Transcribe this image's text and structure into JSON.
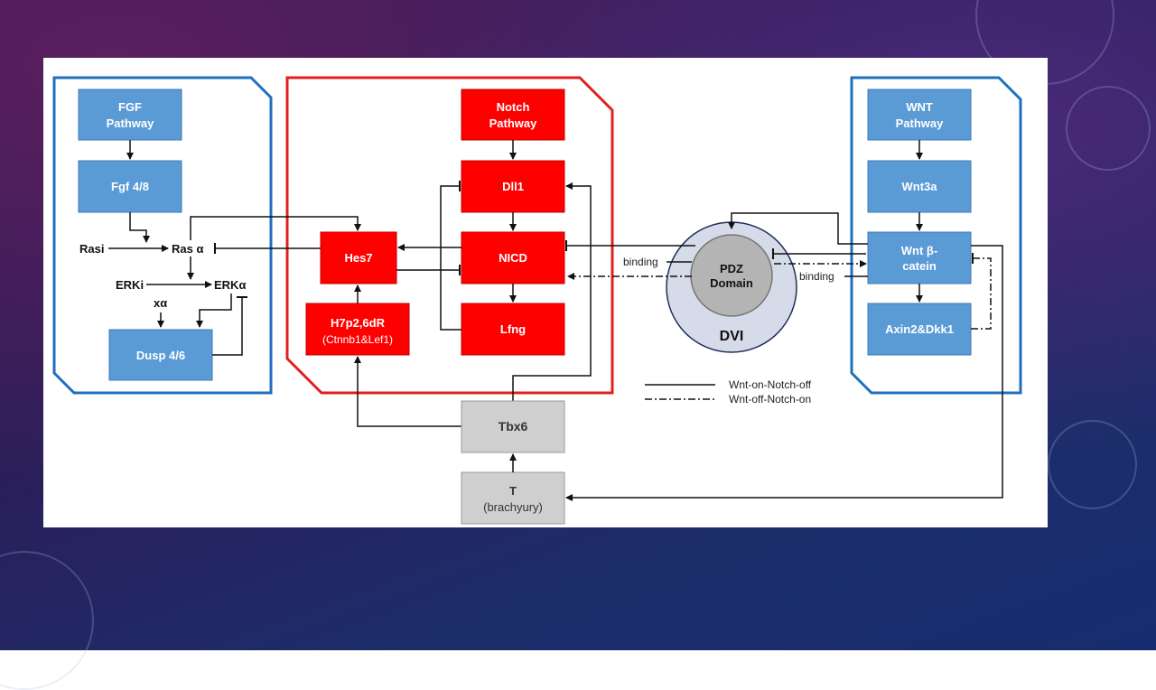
{
  "fgf": {
    "pathway": [
      "FGF",
      "Pathway"
    ],
    "fgf48": "Fgf 4/8",
    "rasi": "Rasi",
    "rasa": "Ras α",
    "erki": "ERKi",
    "erka": "ERKα",
    "xa": "xα",
    "dusp": "Dusp 4/6"
  },
  "notch": {
    "pathway": [
      "Notch",
      "Pathway"
    ],
    "dll1": "Dll1",
    "hes7": "Hes7",
    "nicd": "NICD",
    "lfng": "Lfng",
    "h7": [
      "H7p2,6dR",
      "(Ctnnb1&Lef1)"
    ]
  },
  "wnt": {
    "pathway": [
      "WNT",
      "Pathway"
    ],
    "wnt3a": "Wnt3a",
    "catenin": [
      "Wnt β-",
      "catein"
    ],
    "axin": "Axin2&Dkk1"
  },
  "dvl": {
    "pdz": [
      "PDZ",
      "Domain"
    ],
    "label": "DVI"
  },
  "edges": {
    "binding_left": "binding",
    "binding_right": "binding"
  },
  "tbx6": "Tbx6",
  "t": [
    "T",
    "(brachyury)"
  ],
  "legend": {
    "solid": "Wnt-on-Notch-off",
    "dashdot": "Wnt-off-Notch-on"
  },
  "colors": {
    "fgf_box": "#5b9bd5",
    "notch_box": "#ff0000",
    "gray_box": "#cfcfcf",
    "blue_frame": "#1f6fbf",
    "red_frame": "#e02020"
  }
}
